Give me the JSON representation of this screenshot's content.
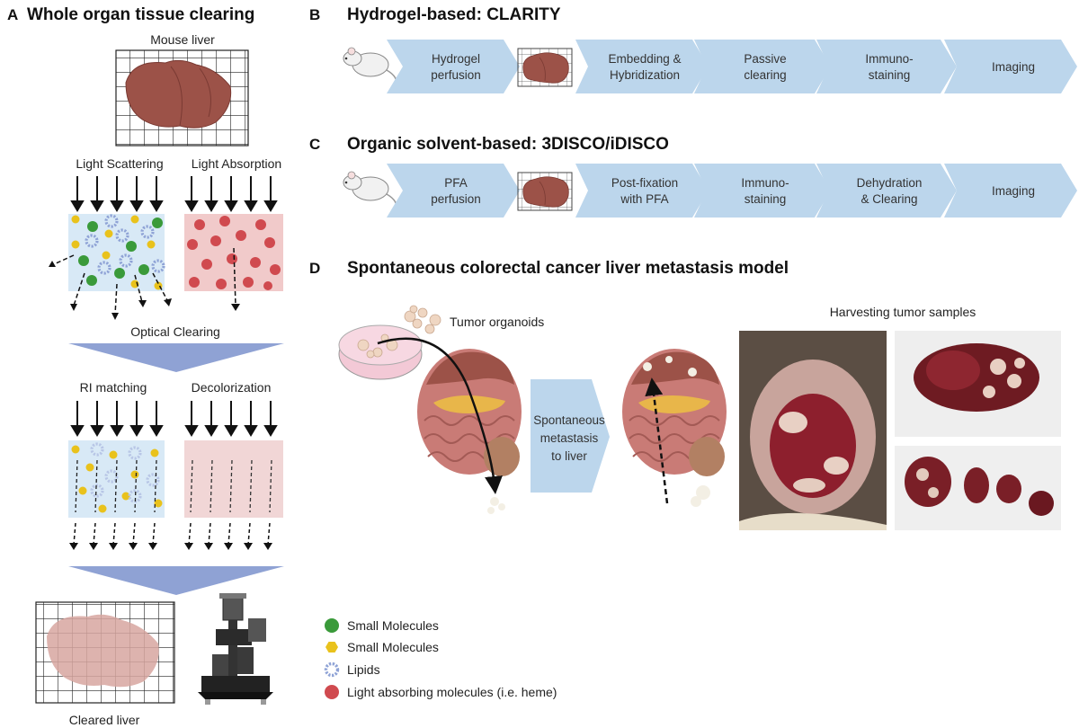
{
  "panelA": {
    "letter": "A",
    "title": "Whole organ tissue clearing",
    "mouse_liver": "Mouse liver",
    "light_scattering": "Light Scattering",
    "light_absorption": "Light Absorption",
    "optical_clearing": "Optical Clearing",
    "ri_matching": "RI matching",
    "decolorization": "Decolorization",
    "cleared_liver": "Cleared liver"
  },
  "panelB": {
    "letter": "B",
    "title": "Hydrogel-based: CLARITY",
    "steps": [
      [
        "Hydrogel",
        "perfusion"
      ],
      [
        "Embedding &",
        "Hybridization"
      ],
      [
        "Passive",
        "clearing"
      ],
      [
        "Immuno-",
        "staining"
      ],
      [
        "Imaging"
      ]
    ]
  },
  "panelC": {
    "letter": "C",
    "title": "Organic solvent-based: 3DISCO/iDISCO",
    "steps": [
      [
        "PFA",
        "perfusion"
      ],
      [
        "Post-fixation",
        "with PFA"
      ],
      [
        "Immuno-",
        "staining"
      ],
      [
        "Dehydration",
        "& Clearing"
      ],
      [
        "Imaging"
      ]
    ]
  },
  "panelD": {
    "letter": "D",
    "title": "Spontaneous colorectal cancer liver metastasis model",
    "tumor_organoids": "Tumor organoids",
    "arrow_text": [
      "Spontaneous",
      "metastasis",
      "to liver"
    ],
    "harvesting": "Harvesting tumor samples"
  },
  "legend": [
    {
      "label": "Small Molecules",
      "color": "#3a9a3a",
      "icon": "green-circle-icon"
    },
    {
      "label": "Small Molecules",
      "color": "#e9c21c",
      "icon": "yellow-hexagon-icon"
    },
    {
      "label": "Lipids",
      "color": "#8fa3d6",
      "icon": "lipid-ring-icon"
    },
    {
      "label": "Light absorbing molecules (i.e. heme)",
      "color": "#d04a4f",
      "icon": "red-circle-icon"
    }
  ],
  "colors": {
    "chevron": "#bcd6ec",
    "liver": "#9c5248",
    "funnel": "#8fa2d4",
    "scatter_box": "#d8e9f6",
    "absorb_box": "#f1caca"
  }
}
